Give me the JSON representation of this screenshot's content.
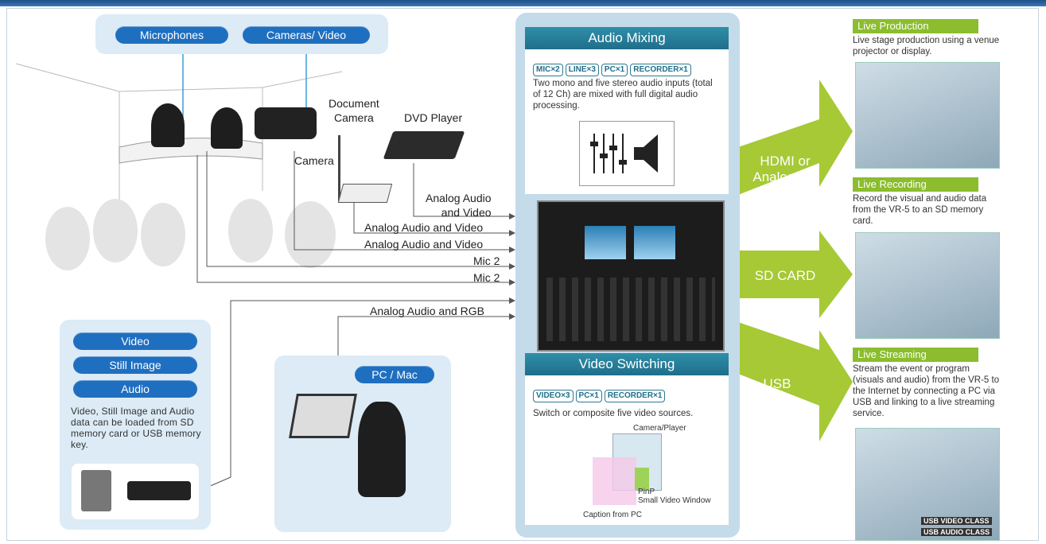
{
  "top_labels": {
    "microphones": "Microphones",
    "cameras_video": "Cameras/ Video"
  },
  "devices": {
    "document_camera": "Document\nCamera",
    "dvd_player": "DVD Player",
    "camera": "Camera"
  },
  "connections": [
    "Analog Audio\nand Video",
    "Analog Audio and Video",
    "Analog Audio and Video",
    "Mic 2",
    "Mic 2",
    "Analog Audio and RGB"
  ],
  "media": {
    "items": [
      "Video",
      "Still Image",
      "Audio"
    ],
    "description": "Video, Still Image and Audio data can be loaded from SD memory card or USB memory key."
  },
  "pc": {
    "label": "PC / Mac"
  },
  "audio_mixing": {
    "title": "Audio Mixing",
    "tags": [
      "MIC×2",
      "LINE×3",
      "PC×1",
      "RECORDER×1"
    ],
    "description": "Two mono and five stereo audio inputs (total of 12 Ch) are mixed with full digital audio processing."
  },
  "video_switching": {
    "title": "Video Switching",
    "tags": [
      "VIDEO×3",
      "PC×1",
      "RECORDER×1"
    ],
    "description": "Switch or composite five video sources.",
    "callouts": [
      "Camera/Player",
      "PinP\nSmall Video Window",
      "Caption from PC"
    ]
  },
  "outputs": [
    {
      "arrow": "HDMI or\nAnalog SD",
      "title": "Live Production",
      "description": "Live stage production using a venue projector or display."
    },
    {
      "arrow": "SD CARD",
      "title": "Live Recording",
      "description": "Record the visual and audio data from the VR-5 to an SD memory card."
    },
    {
      "arrow": "USB",
      "title": "Live Streaming",
      "description": "Stream the event or program (visuals and audio) from the VR-5 to the Internet by connecting a PC via USB and linking to a live streaming service."
    }
  ],
  "usb_badges": [
    "USB VIDEO CLASS",
    "USB AUDIO CLASS"
  ],
  "colors": {
    "blue_pill": "#1f6fc0",
    "teal_header": "#1f6e8a",
    "green_arrow": "#a6c935",
    "light_panel": "#dcebf5"
  }
}
